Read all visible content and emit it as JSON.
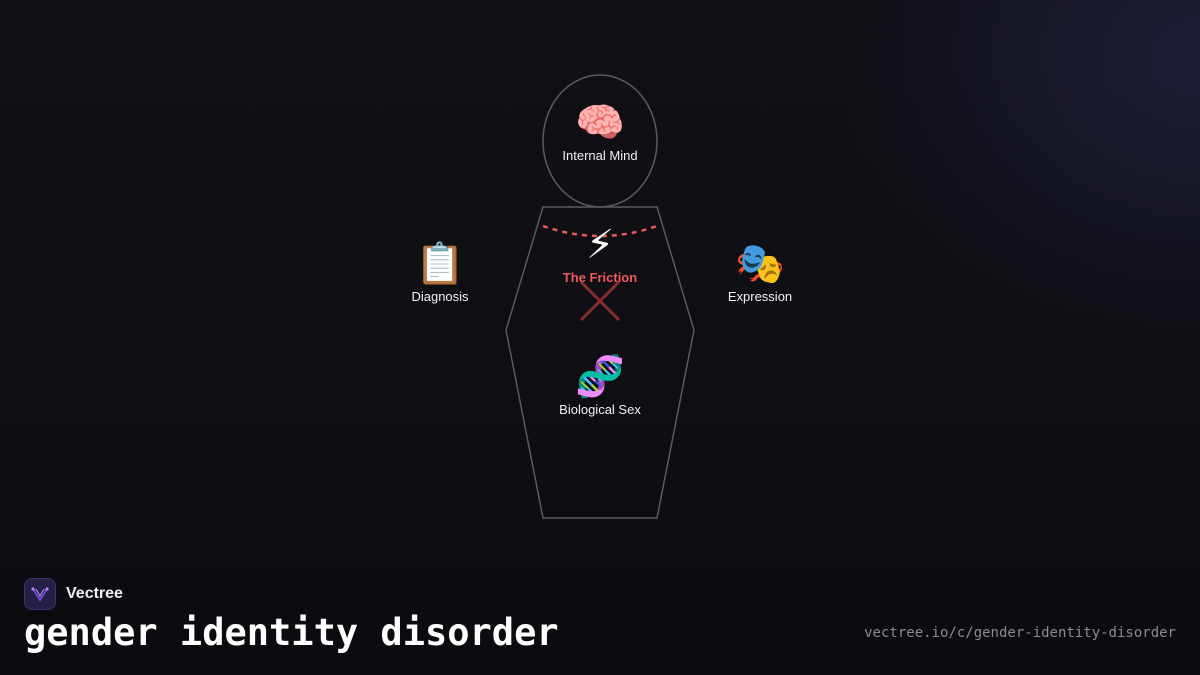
{
  "diagram": {
    "nodes": {
      "internal_mind": {
        "emoji": "🧠",
        "label": "Internal Mind",
        "icon": "brain-icon"
      },
      "friction": {
        "emoji": "⚡",
        "label": "The Friction",
        "icon": "lightning-icon"
      },
      "diagnosis": {
        "emoji": "📋",
        "label": "Diagnosis",
        "icon": "clipboard-icon"
      },
      "expression": {
        "emoji": "🎭",
        "label": "Expression",
        "icon": "theater-masks-icon"
      },
      "biological_sex": {
        "emoji": "🧬",
        "label": "Biological Sex",
        "icon": "dna-icon"
      }
    },
    "colors": {
      "outline": "#5a5a60",
      "friction_line": "#ec5a5a",
      "cross": "#8a2f2f"
    }
  },
  "branding": {
    "name": "Vectree",
    "logo_icon": "vectree-logo-icon",
    "accent": "#7a4fd8"
  },
  "page": {
    "title": "gender identity disorder",
    "url": "vectree.io/c/gender-identity-disorder"
  }
}
